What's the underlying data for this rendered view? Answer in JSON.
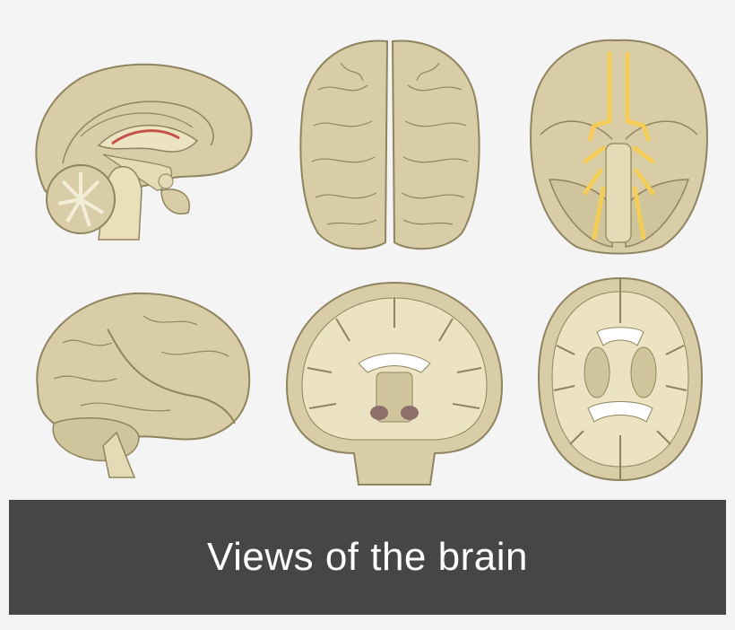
{
  "banner": {
    "title": "Views of the brain"
  },
  "colors": {
    "background": "#f4f4f4",
    "banner": "#464646",
    "brain_fill": "#d8cda6",
    "brain_stroke": "#8f845f",
    "white_matter": "#ece3c2",
    "nerve": "#f3cd57",
    "accent_red": "#c4524a"
  },
  "views": [
    {
      "id": "midsagittal",
      "icon": "brain-midsagittal-view"
    },
    {
      "id": "superior",
      "icon": "brain-superior-view"
    },
    {
      "id": "inferior",
      "icon": "brain-inferior-view"
    },
    {
      "id": "lateral",
      "icon": "brain-lateral-view"
    },
    {
      "id": "coronal",
      "icon": "brain-coronal-section"
    },
    {
      "id": "horizontal",
      "icon": "brain-horizontal-section"
    }
  ]
}
